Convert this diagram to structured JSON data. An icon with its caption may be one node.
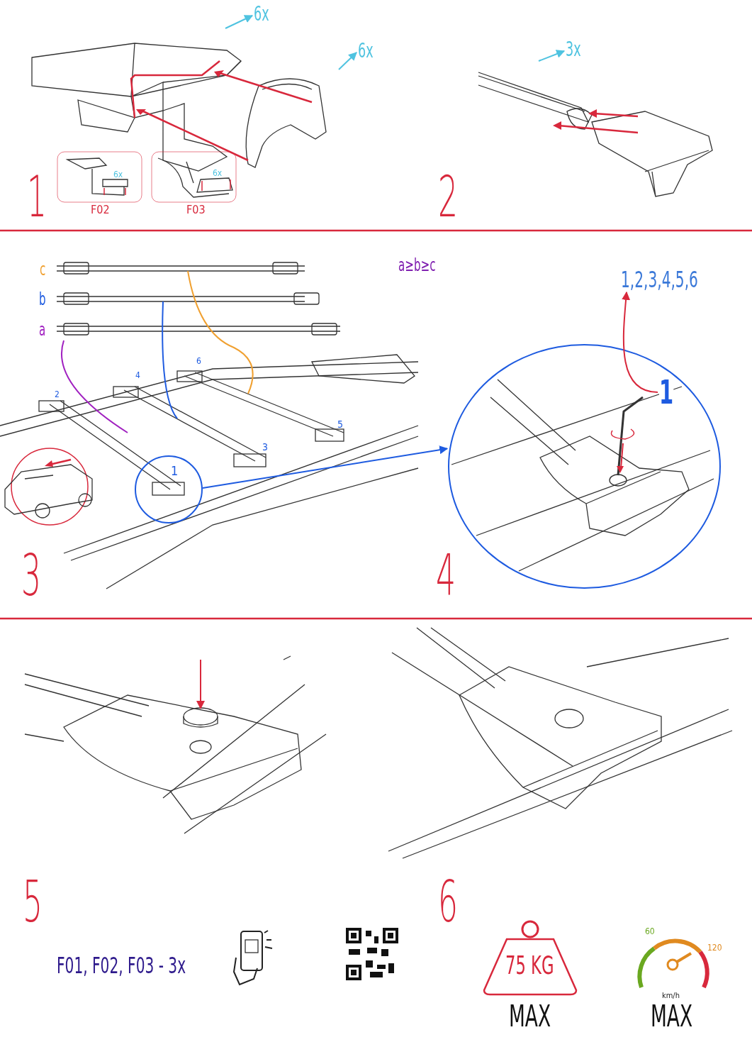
{
  "diagram": {
    "nodes": [
      {
        "text": [
          "6x"
        ]
      },
      {
        "text": [
          "6x"
        ]
      },
      {
        "text": [
          "3x"
        ]
      },
      {
        "text": [
          "1,2,3,4,5,6"
        ]
      },
      {
        "text": [],
        "shape": "circle"
      },
      {
        "text": [
          "1"
        ],
        "in": 4
      },
      {
        "text": [],
        "shape": "circle"
      }
    ],
    "edges": [
      {
        "from": null,
        "to": 0,
        "arrow": "to"
      },
      {
        "from": null,
        "to": 1,
        "arrow": "to"
      },
      {
        "from": null,
        "to": 2,
        "arrow": "to"
      },
      {
        "from": 5,
        "to": 3,
        "arrow": "to",
        "color": "#d8283c"
      },
      {
        "from": 6,
        "to": 4,
        "arrow": "to",
        "color": "#1e5be0"
      }
    ],
    "labels": [
      "6x",
      "6x",
      "1",
      "2",
      "F02",
      "F03",
      "c",
      "a≥b≥c",
      "b",
      "a",
      "6",
      "4",
      "2",
      "5",
      "3",
      "1",
      "3",
      "4",
      "5",
      "6",
      "F01, F02, F03 - 3x",
      "75 KG",
      "60",
      "120",
      "km/h",
      "MAX",
      "MAX"
    ]
  }
}
